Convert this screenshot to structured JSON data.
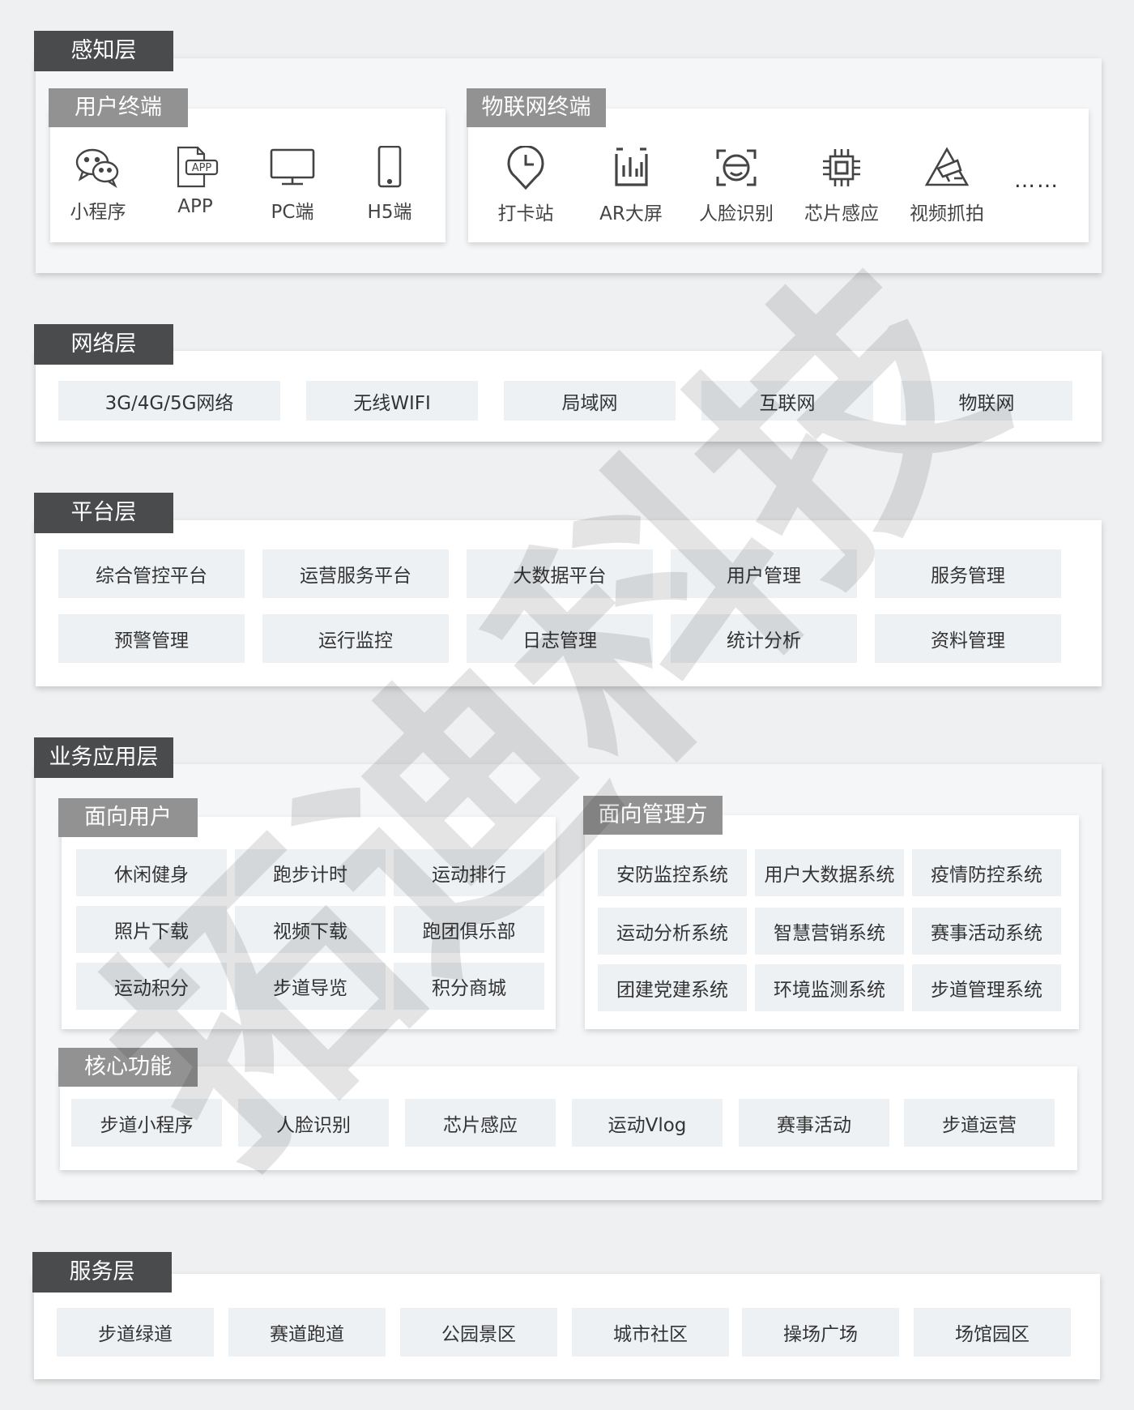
{
  "perception": {
    "title": "感知层",
    "user_terminal": {
      "title": "用户终端",
      "items": [
        {
          "label": "小程序",
          "icon": "wechat-icon"
        },
        {
          "label": "APP",
          "icon": "app-icon"
        },
        {
          "label": "PC端",
          "icon": "monitor-icon"
        },
        {
          "label": "H5端",
          "icon": "phone-icon"
        }
      ]
    },
    "iot_terminal": {
      "title": "物联网终端",
      "items": [
        {
          "label": "打卡站",
          "icon": "clock-pin-icon"
        },
        {
          "label": "AR大屏",
          "icon": "bar-chart-icon"
        },
        {
          "label": "人脸识别",
          "icon": "face-scan-icon"
        },
        {
          "label": "芯片感应",
          "icon": "chip-icon"
        },
        {
          "label": "视频抓拍",
          "icon": "camera-icon"
        }
      ],
      "more": "……"
    }
  },
  "network": {
    "title": "网络层",
    "items": [
      "3G/4G/5G网络",
      "无线WIFI",
      "局域网",
      "互联网",
      "物联网"
    ]
  },
  "platform": {
    "title": "平台层",
    "items": [
      "综合管控平台",
      "运营服务平台",
      "大数据平台",
      "用户管理",
      "服务管理",
      "预警管理",
      "运行监控",
      "日志管理",
      "统计分析",
      "资料管理"
    ]
  },
  "business": {
    "title": "业务应用层",
    "user_facing": {
      "title": "面向用户",
      "items": [
        "休闲健身",
        "跑步计时",
        "运动排行",
        "照片下载",
        "视频下载",
        "跑团俱乐部",
        "运动积分",
        "步道导览",
        "积分商城"
      ]
    },
    "manager_facing": {
      "title": "面向管理方",
      "items": [
        "安防监控系统",
        "用户大数据系统",
        "疫情防控系统",
        "运动分析系统",
        "智慧营销系统",
        "赛事活动系统",
        "团建党建系统",
        "环境监测系统",
        "步道管理系统"
      ]
    },
    "core": {
      "title": "核心功能",
      "items": [
        "步道小程序",
        "人脸识别",
        "芯片感应",
        "运动Vlog",
        "赛事活动",
        "步道运营"
      ]
    }
  },
  "service": {
    "title": "服务层",
    "items": [
      "步道绿道",
      "赛道跑道",
      "公园景区",
      "城市社区",
      "操场广场",
      "场馆园区"
    ]
  },
  "watermark": {
    "logo": "拓迪科技"
  }
}
